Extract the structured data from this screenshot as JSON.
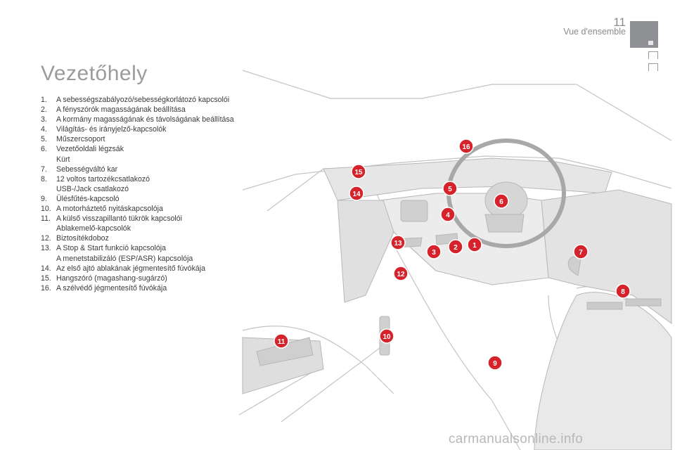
{
  "header": {
    "page_number": "11",
    "section": "Vue d'ensemble"
  },
  "title": "Vezetőhely",
  "legend": [
    {
      "num": "1.",
      "text": "A sebességszabályozó/sebességkorlátozó kapcsolói",
      "sub": ""
    },
    {
      "num": "2.",
      "text": "A fényszórók magasságának beállítása",
      "sub": ""
    },
    {
      "num": "3.",
      "text": "A kormány magasságának és távolságának beállítása",
      "sub": ""
    },
    {
      "num": "4.",
      "text": "Világítás- és irányjelző-kapcsolók",
      "sub": ""
    },
    {
      "num": "5.",
      "text": "Műszercsoport",
      "sub": ""
    },
    {
      "num": "6.",
      "text": "Vezetőoldali légzsák",
      "sub": "Kürt"
    },
    {
      "num": "7.",
      "text": "Sebességváltó kar",
      "sub": ""
    },
    {
      "num": "8.",
      "text": "12 voltos tartozékcsatlakozó",
      "sub": "USB-/Jack csatlakozó"
    },
    {
      "num": "9.",
      "text": "Ülésfűtés-kapcsoló",
      "sub": ""
    },
    {
      "num": "10.",
      "text": "A motorháztető nyitáskapcsolója",
      "sub": ""
    },
    {
      "num": "11.",
      "text": "A külső visszapillantó tükrök kapcsolói",
      "sub": "Ablakemelő-kapcsolók"
    },
    {
      "num": "12.",
      "text": "Biztosítékdoboz",
      "sub": ""
    },
    {
      "num": "13.",
      "text": "A Stop & Start funkció kapcsolója",
      "sub": "A menetstabilizáló (ESP/ASR) kapcsolója"
    },
    {
      "num": "14.",
      "text": "Az első ajtó ablakának jégmentesítő fúvókája",
      "sub": ""
    },
    {
      "num": "15.",
      "text": "Hangszóró (magashang-sugárzó)",
      "sub": ""
    },
    {
      "num": "16.",
      "text": "A szélvédő jégmentesítő fúvókája",
      "sub": ""
    }
  ],
  "badges": [
    "1",
    "2",
    "3",
    "4",
    "5",
    "6",
    "7",
    "8",
    "9",
    "10",
    "11",
    "12",
    "13",
    "14",
    "15",
    "16"
  ],
  "badge_color": "#d6222b",
  "watermark": "carmanualsonline.info"
}
